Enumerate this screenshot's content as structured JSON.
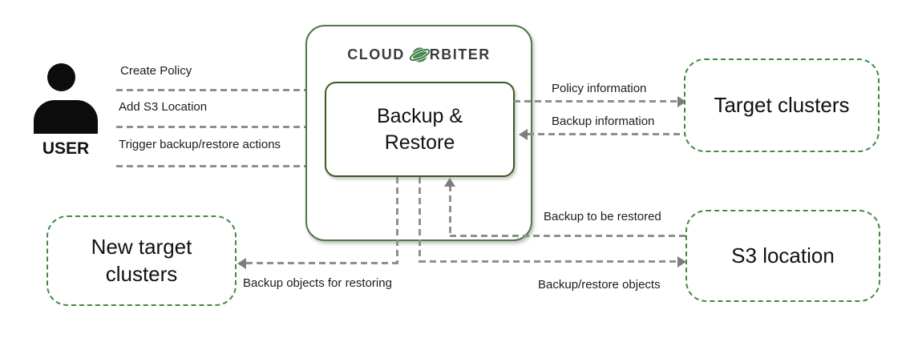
{
  "user": {
    "label": "USER"
  },
  "user_actions": [
    {
      "label": "Create Policy"
    },
    {
      "label": "Add S3 Location"
    },
    {
      "label": "Trigger backup/restore actions"
    }
  ],
  "orbiter": {
    "logo": {
      "prefix": "CLOUD",
      "suffix": "RBITER",
      "icon": "planet-ring-icon"
    },
    "module": "Backup & Restore"
  },
  "nodes": {
    "target_clusters": {
      "label": "Target clusters"
    },
    "s3_location": {
      "label": "S3 location"
    },
    "new_target_clusters": {
      "label": "New target clusters"
    }
  },
  "flows": {
    "policy_information": {
      "label": "Policy information",
      "from": "Backup & Restore",
      "to": "Target clusters"
    },
    "backup_information": {
      "label": "Backup information",
      "from": "Target clusters",
      "to": "Backup & Restore"
    },
    "backup_to_be_restored": {
      "label": "Backup to be restored",
      "from": "S3 location",
      "to": "Backup & Restore"
    },
    "backup_restore_objects": {
      "label": "Backup/restore objects",
      "from": "Backup & Restore",
      "to": "S3 location"
    },
    "backup_objects_for_restoring": {
      "label": "Backup objects for restoring",
      "from": "Backup & Restore",
      "to": "New target clusters"
    }
  },
  "colors": {
    "outer_box_border": "#4d7a45",
    "inner_box_border": "#3a5a21",
    "dashed_box_border": "#3f8b46",
    "connector_gray": "#8f8f8f",
    "arrowhead_gray": "#7d7d7d",
    "planet_green": "#4b8b4f",
    "ring_green": "#2e6b35",
    "logo_text": "#3c3c3c"
  }
}
